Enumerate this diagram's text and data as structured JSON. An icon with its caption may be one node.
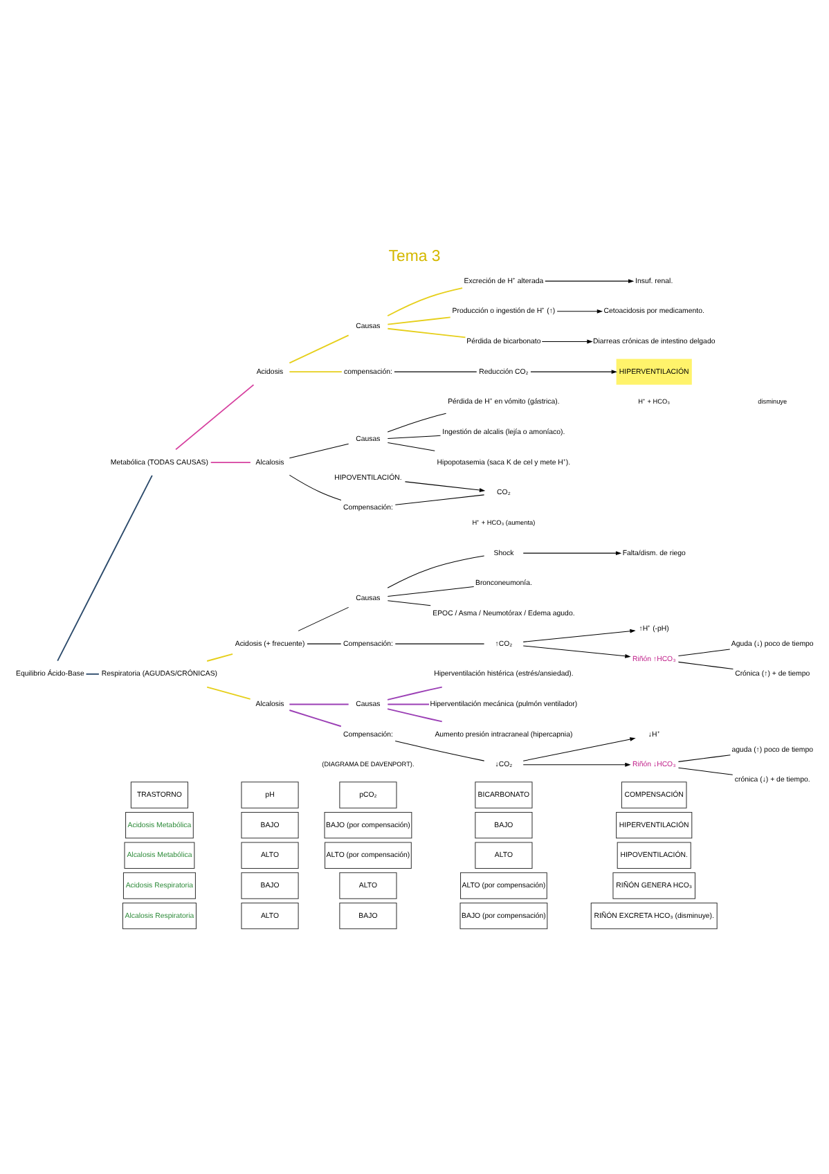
{
  "diagram": {
    "title": "Tema 3",
    "nodes": [
      {
        "text": [
          "Equilibrio Ácido-Base"
        ]
      },
      {
        "text": [
          "Metabólica (TODAS CAUSAS)"
        ]
      },
      {
        "text": [
          "Acidosis"
        ]
      },
      {
        "text": [
          "Causas"
        ]
      },
      {
        "text": [
          "Excreción de H⁺ alterada"
        ]
      },
      {
        "text": [
          "Insuf. renal."
        ]
      },
      {
        "text": [
          "Producción o ingestión de H⁺ (↑)"
        ]
      },
      {
        "text": [
          "Cetoacidosis por medicamento."
        ]
      },
      {
        "text": [
          "Pérdida de bicarbonato"
        ]
      },
      {
        "text": [
          "Diarreas crónicas de intestino delgado"
        ]
      },
      {
        "text": [
          "compensación:"
        ]
      },
      {
        "text": [
          "Reducción CO₂"
        ]
      },
      {
        "text": [
          "HIPERVENTILACIÓN"
        ]
      },
      {
        "text": [
          "Alcalosis"
        ]
      },
      {
        "text": [
          "Causas"
        ]
      },
      {
        "text": [
          "Pérdida de H⁺ en vómito (gástrica)."
        ]
      },
      {
        "text": [
          "Ingestión de alcalis (lejía o amoníaco)."
        ]
      },
      {
        "text": [
          "Hipopotasemia (saca K de cel y mete H⁺)."
        ]
      },
      {
        "text": [
          "Compensación:"
        ]
      },
      {
        "text": [
          "CO₂"
        ]
      },
      {
        "text": [
          "HIPOVENTILACIÓN."
        ]
      },
      {
        "text": [
          "Respiratoria (AGUDAS/CRÓNICAS)"
        ]
      },
      {
        "text": [
          "Acidosis (+ frecuente)"
        ]
      },
      {
        "text": [
          "Causas"
        ]
      },
      {
        "text": [
          "Shock"
        ]
      },
      {
        "text": [
          "Falta/dism. de riego"
        ]
      },
      {
        "text": [
          "Bronconeumonía."
        ]
      },
      {
        "text": [
          "EPOC / Asma / Neumotórax / Edema agudo."
        ]
      },
      {
        "text": [
          "Compensación:"
        ]
      },
      {
        "text": [
          "↑CO₂"
        ]
      },
      {
        "text": [
          "↑H⁺ (-pH)"
        ]
      },
      {
        "text": [
          "Riñón ↑HCO₃"
        ]
      },
      {
        "text": [
          "Aguda (↓) poco de tiempo"
        ]
      },
      {
        "text": [
          "Crónica (↑) + de tiempo"
        ]
      },
      {
        "text": [
          "Alcalosis"
        ]
      },
      {
        "text": [
          "Causas"
        ]
      },
      {
        "text": [
          "Hiperventilación histérica (estrés/ansiedad)."
        ]
      },
      {
        "text": [
          "Hiperventilación mecánica (pulmón ventilador)"
        ]
      },
      {
        "text": [
          "Aumento presión intracraneal (hipercapnia)"
        ]
      },
      {
        "text": [
          "Compensación:"
        ]
      },
      {
        "text": [
          "↓CO₂"
        ]
      },
      {
        "text": [
          "↓H⁺"
        ]
      },
      {
        "text": [
          "Riñón ↓HCO₃"
        ]
      },
      {
        "text": [
          "aguda (↑) poco de tiempo"
        ]
      },
      {
        "text": [
          "crónica (↓) + de tiempo."
        ]
      }
    ],
    "edges": [
      {
        "from": 0,
        "to": 1,
        "arrow": "none",
        "color": "#2b4a6b"
      },
      {
        "from": 0,
        "to": 21,
        "arrow": "none",
        "color": "#2b4a6b"
      },
      {
        "from": 1,
        "to": 2,
        "arrow": "none",
        "color": "#d6409f"
      },
      {
        "from": 1,
        "to": 13,
        "arrow": "none",
        "color": "#d6409f"
      },
      {
        "from": 2,
        "to": 3,
        "arrow": "none",
        "color": "#e6cf1a"
      },
      {
        "from": 2,
        "to": 10,
        "arrow": "none",
        "color": "#e6cf1a"
      },
      {
        "from": 3,
        "to": 4,
        "arrow": "none",
        "color": "#e6cf1a"
      },
      {
        "from": 3,
        "to": 6,
        "arrow": "none",
        "color": "#e6cf1a"
      },
      {
        "from": 3,
        "to": 8,
        "arrow": "none",
        "color": "#e6cf1a"
      },
      {
        "from": 4,
        "to": 5,
        "arrow": "to"
      },
      {
        "from": 6,
        "to": 7,
        "arrow": "to"
      },
      {
        "from": 8,
        "to": 9,
        "arrow": "to"
      },
      {
        "from": 10,
        "to": 11,
        "arrow": "none"
      },
      {
        "from": 11,
        "to": 12,
        "arrow": "to"
      },
      {
        "from": 13,
        "to": 14,
        "arrow": "none"
      },
      {
        "from": 13,
        "to": 18,
        "arrow": "none"
      },
      {
        "from": 14,
        "to": 15,
        "arrow": "none"
      },
      {
        "from": 14,
        "to": 16,
        "arrow": "none"
      },
      {
        "from": 14,
        "to": 17,
        "arrow": "none"
      },
      {
        "from": 18,
        "to": 19,
        "arrow": "none"
      },
      {
        "from": 20,
        "to": 19,
        "arrow": "to"
      },
      {
        "from": 21,
        "to": 22,
        "arrow": "none",
        "color": "#e6cf1a"
      },
      {
        "from": 21,
        "to": 34,
        "arrow": "none",
        "color": "#e6cf1a"
      },
      {
        "from": 22,
        "to": 23,
        "arrow": "none"
      },
      {
        "from": 22,
        "to": 28,
        "arrow": "none"
      },
      {
        "from": 23,
        "to": 24,
        "arrow": "none"
      },
      {
        "from": 23,
        "to": 26,
        "arrow": "none"
      },
      {
        "from": 23,
        "to": 27,
        "arrow": "none"
      },
      {
        "from": 24,
        "to": 25,
        "arrow": "to"
      },
      {
        "from": 28,
        "to": 29,
        "arrow": "none"
      },
      {
        "from": 29,
        "to": 30,
        "arrow": "to"
      },
      {
        "from": 29,
        "to": 31,
        "arrow": "to"
      },
      {
        "from": 31,
        "to": 32,
        "arrow": "none"
      },
      {
        "from": 31,
        "to": 33,
        "arrow": "none"
      },
      {
        "from": 34,
        "to": 35,
        "arrow": "none",
        "color": "#9b3fb5"
      },
      {
        "from": 34,
        "to": 39,
        "arrow": "none",
        "color": "#9b3fb5"
      },
      {
        "from": 35,
        "to": 36,
        "arrow": "none",
        "color": "#9b3fb5"
      },
      {
        "from": 35,
        "to": 37,
        "arrow": "none",
        "color": "#9b3fb5"
      },
      {
        "from": 35,
        "to": 38,
        "arrow": "none",
        "color": "#9b3fb5"
      },
      {
        "from": 39,
        "to": 40,
        "arrow": "none"
      },
      {
        "from": 40,
        "to": 41,
        "arrow": "to"
      },
      {
        "from": 40,
        "to": 42,
        "arrow": "to"
      },
      {
        "from": 42,
        "to": 43,
        "arrow": "none"
      },
      {
        "from": 42,
        "to": 44,
        "arrow": "none"
      }
    ],
    "labels": [
      "H⁺ + HCO₃",
      "disminuye",
      "H⁺ + HCO₃ (aumenta)",
      "(DIAGRAMA DE DAVENPORT).",
      "TRASTORNO",
      "pH",
      "pCO₂",
      "BICARBONATO",
      "COMPENSACIÓN",
      "Acidosis Metabólica",
      "BAJO",
      "BAJO (por compensación)",
      "BAJO",
      "HIPERVENTILACIÓN",
      "Alcalosis Metabólica",
      "ALTO",
      "ALTO (por compensación)",
      "ALTO",
      "HIPOVENTILACIÓN.",
      "Acidosis Respiratoria",
      "BAJO",
      "ALTO",
      "ALTO (por compensación)",
      "RIÑÓN GENERA HCO₃",
      "Alcalosis Respiratoria",
      "ALTO",
      "BAJO",
      "BAJO (por compensación)",
      "RIÑÓN EXCRETA HCO₃ (disminuye)."
    ]
  }
}
